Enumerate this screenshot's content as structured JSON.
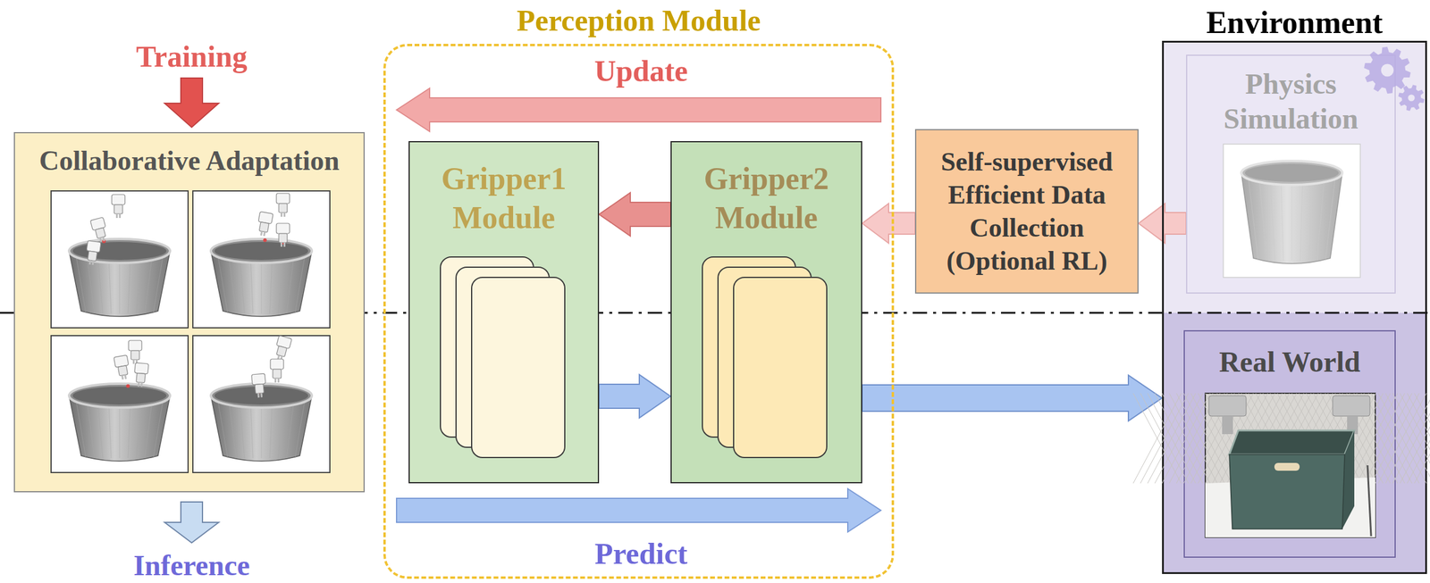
{
  "diagram": {
    "nodes": [
      {
        "text": [
          "Collaborative Adaptation"
        ]
      },
      {
        "text": [
          "Perception Module"
        ]
      },
      {
        "text": [
          "Gripper1 Module"
        ],
        "in": 1
      },
      {
        "text": [
          "Gripper2 Module"
        ],
        "in": 1
      },
      {
        "text": [
          "Self-supervised Efficient Data Collection (Optional RL)"
        ]
      },
      {
        "text": [
          "Environment"
        ]
      },
      {
        "text": [
          "Physics Simulation"
        ],
        "in": 5
      },
      {
        "text": [
          "Real World"
        ],
        "in": 5
      }
    ],
    "edges": [
      {
        "from": 3,
        "to": 2,
        "arrow": "to"
      },
      {
        "from": 2,
        "to": 3,
        "arrow": "to"
      },
      {
        "from": 3,
        "to": 5,
        "arrow": "to"
      },
      {
        "from": 4,
        "to": 3,
        "arrow": "to"
      },
      {
        "from": 6,
        "to": 4,
        "arrow": "to"
      }
    ],
    "labels": [
      "Training",
      "Inference",
      "Update",
      "Predict"
    ]
  }
}
